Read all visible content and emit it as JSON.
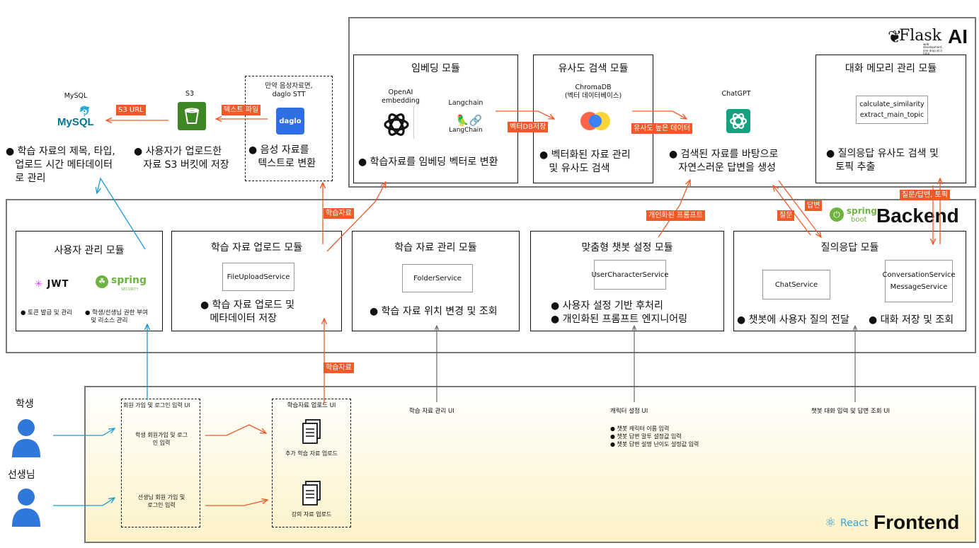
{
  "ai": {
    "label": "AI",
    "flask_logo": "Flask",
    "flask_tagline": "web development, one drop at a time",
    "embedding": {
      "title": "임베딩 모듈",
      "openai_label": "OpenAI embedding",
      "langchain_label": "Langchain",
      "langchain_logo": "LangChain",
      "bullet": "학습자료를 임베딩 벡터로 변환"
    },
    "similarity": {
      "title": "유사도 검색 모듈",
      "chroma_label": "ChromaDB",
      "chroma_sub": "(벡터 데이터베이스)",
      "bullet1": "벡터화된 자료 관리",
      "bullet2": "및 유사도 검색"
    },
    "chatgpt": {
      "label": "ChatGPT",
      "bullet1": "검색된 자료를 바탕으로",
      "bullet2": "자연스러운 답변을 생성"
    },
    "memory": {
      "title": "대화 메모리 관리 모듈",
      "func1": "calculate_similarity",
      "func2": "extract_main_topic",
      "bullet1": "질의응답 유사도 검색 및",
      "bullet2": "토픽 추출"
    }
  },
  "storage": {
    "mysql_label": "MySQL",
    "mysql_logo": "MySQL",
    "s3_label": "S3",
    "daglo_note1": "만약 음성자료면,",
    "daglo_note2": "daglo STT",
    "daglo_logo": "daglo",
    "mysql_bullet1": "학습 자료의 제목, 타입,",
    "mysql_bullet2": "업로드 시간 메타데이터",
    "mysql_bullet3": "로 관리",
    "s3_bullet1": "사용자가 업로드한",
    "s3_bullet2": "자료 S3 버킷에 저장",
    "daglo_bullet1": "음성 자료를",
    "daglo_bullet2": "텍스트로 변환"
  },
  "backend": {
    "label": "Backend",
    "spring_logo": "spring",
    "spring_logo2": "boot",
    "user_module": {
      "title": "사용자 관리 모듈",
      "jwt": "JWT",
      "spring": "spring",
      "security": "SECURITY",
      "bullet1": "토큰 발급 및 관리",
      "bullet2a": "학생/선생님 권한 부여",
      "bullet2b": "및 리소스 관리"
    },
    "upload_module": {
      "title": "학습 자료 업로드 모듈",
      "service": "FileUploadService",
      "bullet1": "학습 자료 업로드 및",
      "bullet2": "메타데이터 저장"
    },
    "material_module": {
      "title": "학습 자료 관리 모듈",
      "service": "FolderService",
      "bullet": "학습 자료 위치 변경 및 조회"
    },
    "chatbot_module": {
      "title": "맞춤형 챗봇 설정 모듈",
      "service": "UserCharacterService",
      "bullet1": "사용자 설정 기반 후처리",
      "bullet2": "개인화된 프롬프트 엔지니어링"
    },
    "qa_module": {
      "title": "질의응답 모듈",
      "service1": "ChatService",
      "service2a": "ConversationService",
      "service2b": "MessageService",
      "bullet1": "챗봇에 사용자 질의 전달",
      "bullet2": "대화 저장 및 조회"
    }
  },
  "frontend": {
    "label": "Frontend",
    "react_logo": "React",
    "student": "학생",
    "teacher": "선생님",
    "login_ui": "회원 가입 및 로그인 입력 UI",
    "student_login": "학생 회원가입 및 로그인 입력",
    "teacher_login": "선생님 회원 가입 및 로그인 입력",
    "upload_ui": "학습자료 업로드 UI",
    "extra_upload": "추가 학습 자료 업로드",
    "lecture_upload": "강의 자료 업로드",
    "material_ui": "학습 자료 관리 UI",
    "character_ui": "캐릭터 설정 UI",
    "character_items": [
      "챗봇 캐릭터 이름 입력",
      "챗봇 답변 말투 설정값 입력",
      "챗봇 답변 설명 난이도 설정값 입력"
    ],
    "chat_ui": "챗봇 대화 입력 및 답변 조회 UI"
  },
  "arrows": {
    "s3_url": "S3 URL",
    "text_file": "텍스트 파일",
    "vector_db": "벡터DB저장",
    "high_sim": "유사도 높은 데이터",
    "material1": "학습자료",
    "material2": "학습자료",
    "personal_prompt": "개인화된 프롬프트",
    "question": "질문",
    "answer": "답변",
    "qa_topic": "질문/답변, 토픽"
  },
  "colors": {
    "arrow_red": "#f05a28",
    "arrow_blue": "#1a9bd7",
    "frontend_bg": "#fdf6da"
  }
}
